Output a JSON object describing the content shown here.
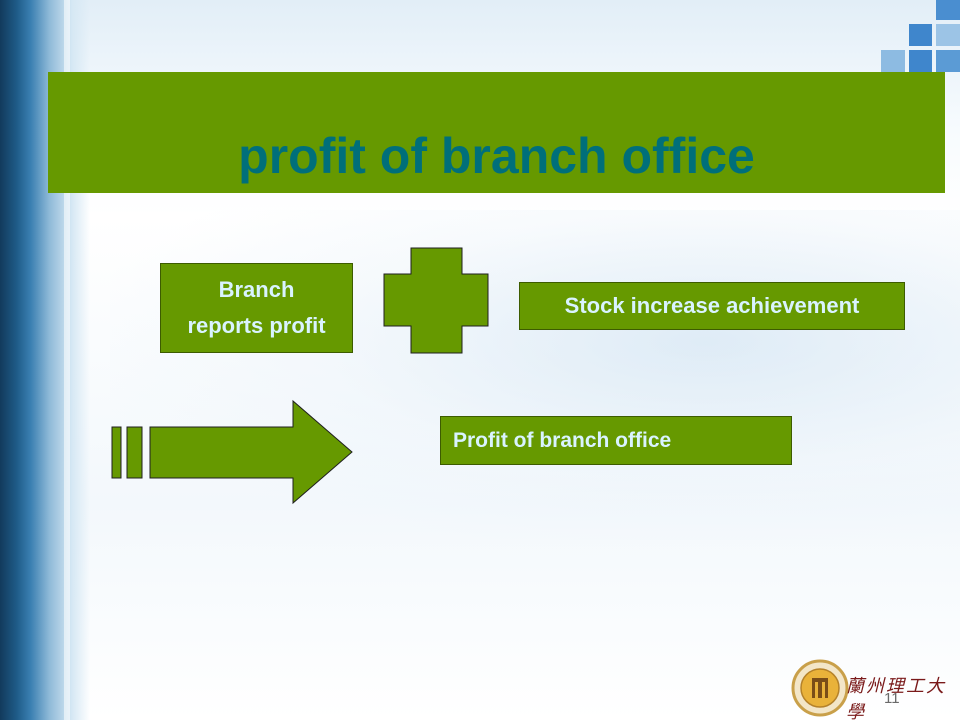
{
  "slide": {
    "title": "profit of branch office",
    "page_number": "11",
    "logo_text": "蘭州理工大學"
  },
  "diagram": {
    "box_branch": [
      "Branch",
      "reports profit"
    ],
    "operator": "plus",
    "box_stock": "Stock increase achievement",
    "arrow": "equals-arrow",
    "box_result": "Profit  of  branch office"
  },
  "colors": {
    "box_fill": "#669900",
    "box_text": "#d9f3ff",
    "title_text": "#006f7a",
    "accent_squares": "#4a8ed0"
  }
}
